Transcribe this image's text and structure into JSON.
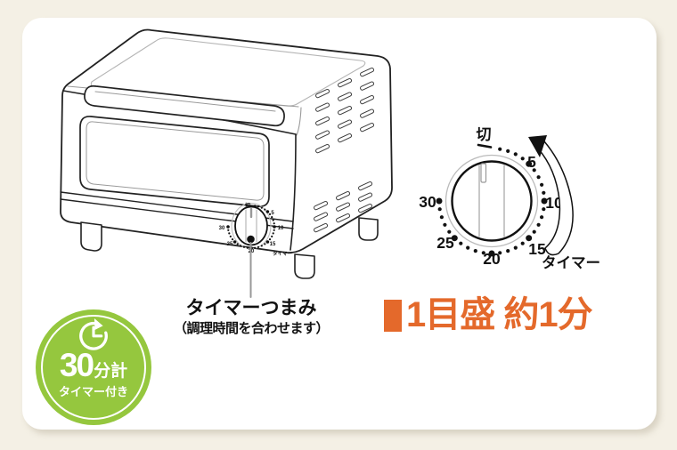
{
  "colors": {
    "page_background": "#F4F0E5",
    "panel_background": "#FFFFFF",
    "accent_orange": "#E4692B",
    "badge_green": "#95C73E",
    "ink": "#111111"
  },
  "illustration": {
    "subject": "toaster-oven-line-drawing",
    "front_control": "timer-knob"
  },
  "dial": {
    "off_label": "切",
    "numbers": [
      "5",
      "10",
      "15",
      "20",
      "25",
      "30"
    ],
    "name_label": "タイマー",
    "max_minutes": 30,
    "tick_step_minutes": 1,
    "major_tick_every": 5
  },
  "callout": {
    "label": "タイマーつまみ",
    "sublabel": "（調理時間を合わせます）"
  },
  "headline": {
    "marker": "■",
    "text": "1目盛 約1分"
  },
  "badge": {
    "number": "30",
    "unit": "分計",
    "caption": "タイマー付き"
  }
}
